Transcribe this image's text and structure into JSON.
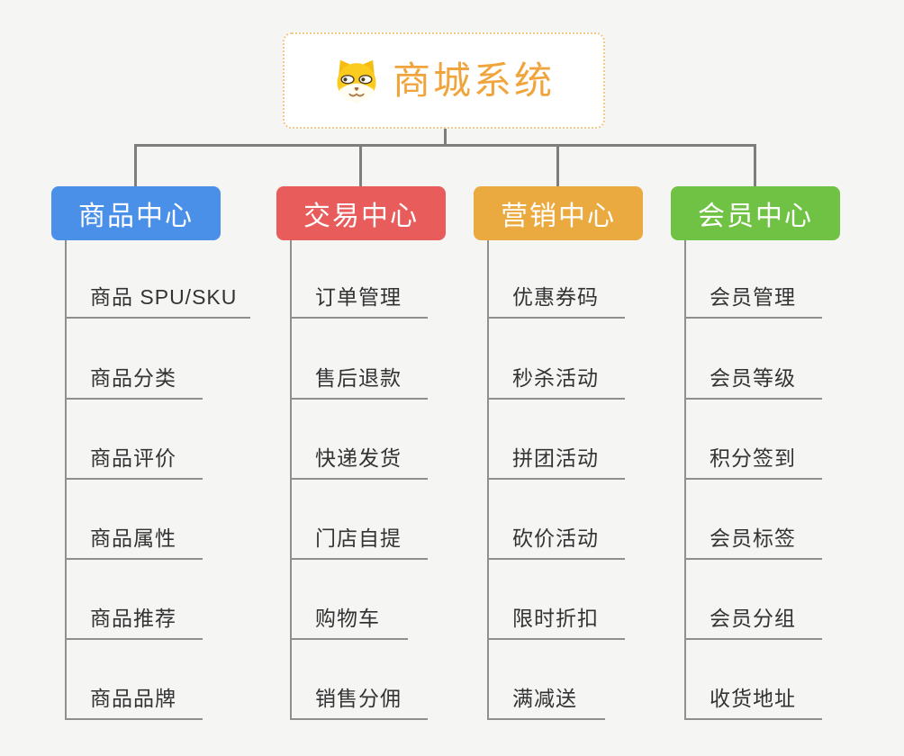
{
  "root": {
    "title": "商城系统",
    "icon": "shiba-dog-icon"
  },
  "colors": {
    "background": "#F5F5F4",
    "root_border": "#F3C988",
    "root_text": "#F0A43C",
    "connector_gray": "#7E7E7E",
    "leaf_line_gray": "#8F8F8F",
    "leaf_text": "#333333",
    "branch_blue": "#4B90E8",
    "branch_red": "#E85D5B",
    "branch_orange": "#EBAA40",
    "branch_green": "#6FC244"
  },
  "branches": [
    {
      "label": "商品中心",
      "color": "#4B90E8",
      "items": [
        "商品 SPU/SKU",
        "商品分类",
        "商品评价",
        "商品属性",
        "商品推荐",
        "商品品牌"
      ]
    },
    {
      "label": "交易中心",
      "color": "#E85D5B",
      "items": [
        "订单管理",
        "售后退款",
        "快递发货",
        "门店自提",
        "购物车",
        "销售分佣"
      ]
    },
    {
      "label": "营销中心",
      "color": "#EBAA40",
      "items": [
        "优惠券码",
        "秒杀活动",
        "拼团活动",
        "砍价活动",
        "限时折扣",
        "满减送"
      ]
    },
    {
      "label": "会员中心",
      "color": "#6FC244",
      "items": [
        "会员管理",
        "会员等级",
        "积分签到",
        "会员标签",
        "会员分组",
        "收货地址"
      ]
    }
  ]
}
